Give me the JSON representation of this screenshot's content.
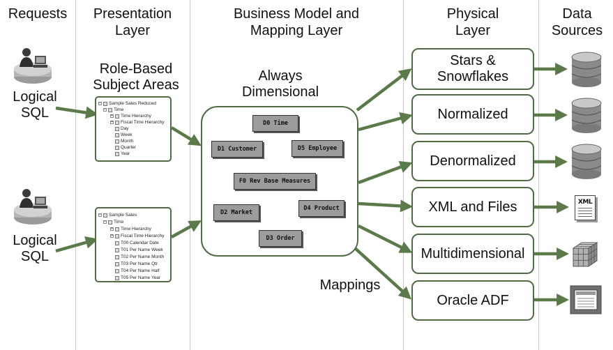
{
  "columns": {
    "requests": "Requests",
    "presentation": [
      "Presentation",
      "Layer"
    ],
    "business": [
      "Business Model and",
      "Mapping Layer"
    ],
    "physical": [
      "Physical",
      "Layer"
    ],
    "sources": [
      "Data",
      "Sources"
    ]
  },
  "requests": {
    "items": [
      {
        "line1": "Logical",
        "line2": "SQL"
      },
      {
        "line1": "Logical",
        "line2": "SQL"
      }
    ]
  },
  "presentation": {
    "role_label": [
      "Role-Based",
      "Subject Areas"
    ],
    "tree1": {
      "root": "Sample Sales Reduced",
      "items": [
        "Time",
        "Time Hierarchy",
        "Fiscal Time Hierarchy",
        "Day",
        "Week",
        "Month",
        "Quarter",
        "Year"
      ]
    },
    "tree2": {
      "root": "Sample Sales",
      "items": [
        "Time",
        "Time Hierarchy",
        "Fiscal Time Hierarchy",
        "T00 Calendar Date",
        "T01 Per Name Week",
        "T02 Per Name Month",
        "T03 Per Name Qtr",
        "T04 Per Name Half",
        "T05 Per Name Year"
      ]
    }
  },
  "business": {
    "always_label": [
      "Always",
      "Dimensional"
    ],
    "tables": {
      "d0": "D0 Time",
      "d1": "D1 Customer",
      "d5": "D5 Employee",
      "f0": "F0 Rev Base Measures",
      "d2": "D2 Market",
      "d4": "D4 Product",
      "d3": "D3 Order"
    },
    "mappings_label": "Mappings"
  },
  "physical": {
    "boxes": [
      [
        "Stars &",
        "Snowflakes"
      ],
      [
        "Normalized"
      ],
      [
        "Denormalized"
      ],
      [
        "XML and Files"
      ],
      [
        "Multidimensional"
      ],
      [
        "Oracle ADF"
      ]
    ]
  },
  "sources": {
    "icons": [
      "database-icon",
      "database-icon",
      "database-icon",
      "xml-file-icon",
      "cube-icon",
      "adf-window-icon"
    ],
    "xml_text": "XML"
  },
  "colors": {
    "arrow": "#5a7a4a",
    "border": "#4f6b43",
    "table_fill": "#9c9c9c",
    "db_body": "#8a8a8a"
  }
}
